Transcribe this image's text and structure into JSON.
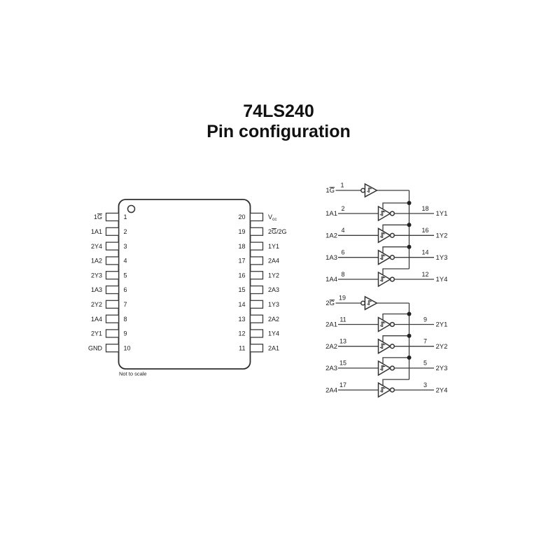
{
  "title": {
    "line1": "74LS240",
    "line2": "Pin configuration"
  },
  "package": {
    "note": "Not to scale",
    "left_pins": [
      {
        "num": "1",
        "label": {
          "pre": "1",
          "over": "G"
        }
      },
      {
        "num": "2",
        "label": "1A1"
      },
      {
        "num": "3",
        "label": "2Y4"
      },
      {
        "num": "4",
        "label": "1A2"
      },
      {
        "num": "5",
        "label": "2Y3"
      },
      {
        "num": "6",
        "label": "1A3"
      },
      {
        "num": "7",
        "label": "2Y2"
      },
      {
        "num": "8",
        "label": "1A4"
      },
      {
        "num": "9",
        "label": "2Y1"
      },
      {
        "num": "10",
        "label": "GND"
      }
    ],
    "right_pins": [
      {
        "num": "20",
        "label": {
          "main": "V",
          "sub": "cc"
        }
      },
      {
        "num": "19",
        "label": {
          "pre": "2",
          "over": "G",
          "post": "/2G"
        }
      },
      {
        "num": "18",
        "label": "1Y1"
      },
      {
        "num": "17",
        "label": "2A4"
      },
      {
        "num": "16",
        "label": "1Y2"
      },
      {
        "num": "15",
        "label": "2A3"
      },
      {
        "num": "14",
        "label": "1Y3"
      },
      {
        "num": "13",
        "label": "2A2"
      },
      {
        "num": "12",
        "label": "1Y4"
      },
      {
        "num": "11",
        "label": "2A1"
      }
    ]
  },
  "logic": {
    "banks": [
      {
        "enable": {
          "pre": "1",
          "over": "G",
          "pin": "1"
        },
        "gates": [
          {
            "in": "1A1",
            "in_pin": "2",
            "out_pin": "18",
            "out": "1Y1"
          },
          {
            "in": "1A2",
            "in_pin": "4",
            "out_pin": "16",
            "out": "1Y2"
          },
          {
            "in": "1A3",
            "in_pin": "6",
            "out_pin": "14",
            "out": "1Y3"
          },
          {
            "in": "1A4",
            "in_pin": "8",
            "out_pin": "12",
            "out": "1Y4"
          }
        ]
      },
      {
        "enable": {
          "pre": "2",
          "over": "G",
          "pin": "19"
        },
        "gates": [
          {
            "in": "2A1",
            "in_pin": "11",
            "out_pin": "9",
            "out": "2Y1"
          },
          {
            "in": "2A2",
            "in_pin": "13",
            "out_pin": "7",
            "out": "2Y2"
          },
          {
            "in": "2A3",
            "in_pin": "15",
            "out_pin": "5",
            "out": "2Y3"
          },
          {
            "in": "2A4",
            "in_pin": "17",
            "out_pin": "3",
            "out": "2Y4"
          }
        ]
      }
    ]
  },
  "colors": {
    "background": "#ffffff",
    "line": "#3c3c3c",
    "text": "#1a1a1a"
  }
}
